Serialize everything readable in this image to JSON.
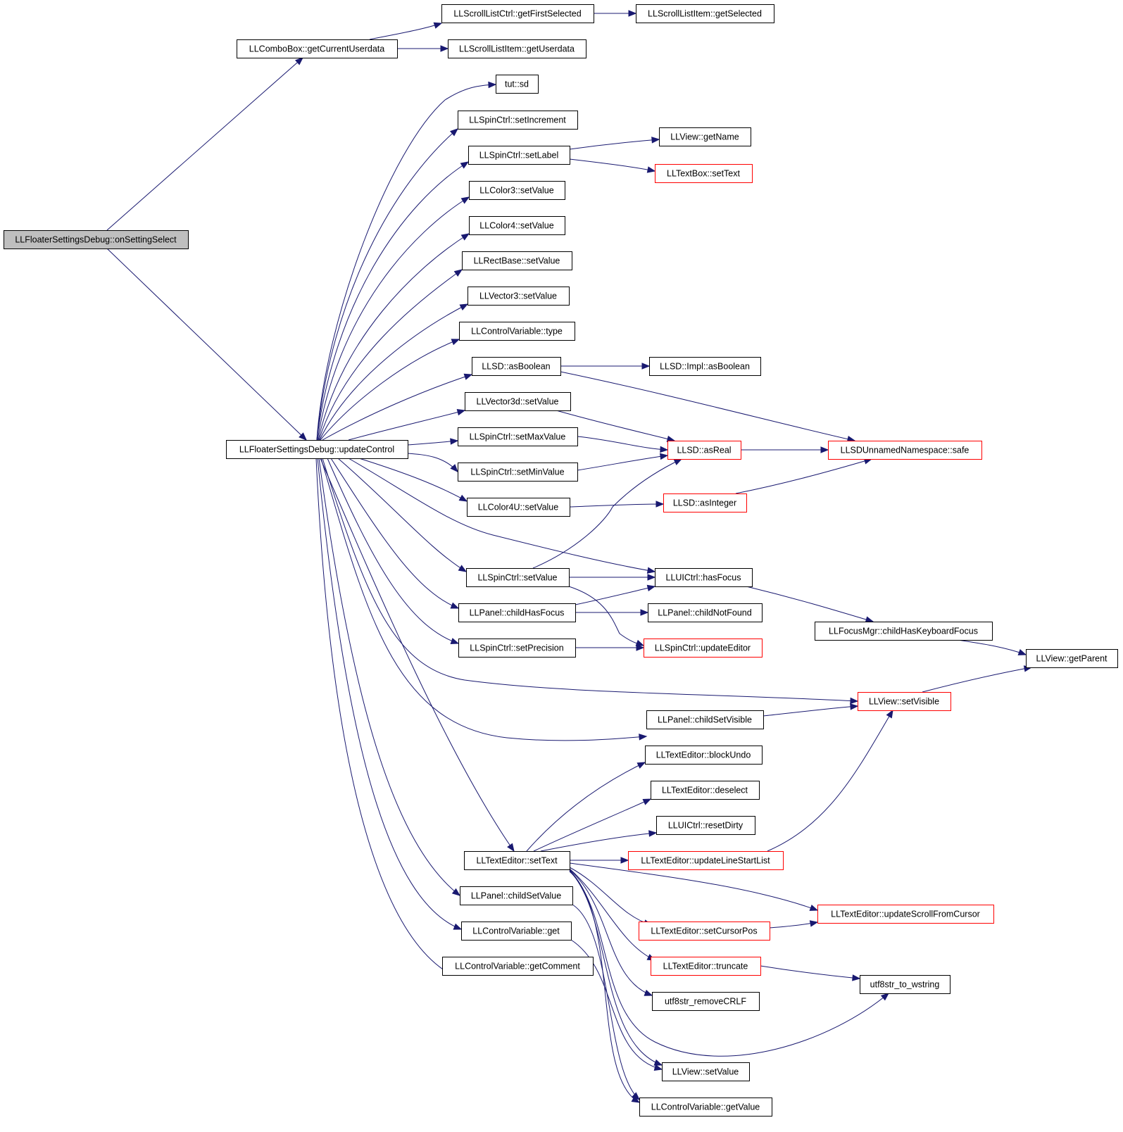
{
  "colors": {
    "edge": "#191970",
    "node_border": "#000000",
    "node_border_red": "#ff0000",
    "root_fill": "#bfbfbf",
    "node_fill": "#ffffff"
  },
  "nodes": {
    "root": {
      "label": "LLFloaterSettingsDebug::onSettingSelect",
      "border": "black",
      "root": true
    },
    "combo": {
      "label": "LLComboBox::getCurrentUserdata",
      "border": "black"
    },
    "firstsel": {
      "label": "LLScrollListCtrl::getFirstSelected",
      "border": "black"
    },
    "getsel": {
      "label": "LLScrollListItem::getSelected",
      "border": "black"
    },
    "userdata": {
      "label": "LLScrollListItem::getUserdata",
      "border": "black"
    },
    "upd": {
      "label": "LLFloaterSettingsDebug::updateControl",
      "border": "black"
    },
    "tutsd": {
      "label": "tut::sd",
      "border": "black"
    },
    "spinInc": {
      "label": "LLSpinCtrl::setIncrement",
      "border": "black"
    },
    "spinLabel": {
      "label": "LLSpinCtrl::setLabel",
      "border": "black"
    },
    "viewName": {
      "label": "LLView::getName",
      "border": "black"
    },
    "tbSetText": {
      "label": "LLTextBox::setText",
      "border": "red"
    },
    "c3": {
      "label": "LLColor3::setValue",
      "border": "black"
    },
    "c4": {
      "label": "LLColor4::setValue",
      "border": "black"
    },
    "rect": {
      "label": "LLRectBase::setValue",
      "border": "black"
    },
    "v3": {
      "label": "LLVector3::setValue",
      "border": "black"
    },
    "cvType": {
      "label": "LLControlVariable::type",
      "border": "black"
    },
    "asBool": {
      "label": "LLSD::asBoolean",
      "border": "black"
    },
    "implBool": {
      "label": "LLSD::Impl::asBoolean",
      "border": "black"
    },
    "v3d": {
      "label": "LLVector3d::setValue",
      "border": "black"
    },
    "spinMax": {
      "label": "LLSpinCtrl::setMaxValue",
      "border": "black"
    },
    "asReal": {
      "label": "LLSD::asReal",
      "border": "red"
    },
    "safe": {
      "label": "LLSDUnnamedNamespace::safe",
      "border": "red"
    },
    "spinMin": {
      "label": "LLSpinCtrl::setMinValue",
      "border": "black"
    },
    "c4u": {
      "label": "LLColor4U::setValue",
      "border": "black"
    },
    "asInt": {
      "label": "LLSD::asInteger",
      "border": "red"
    },
    "spinVal": {
      "label": "LLSpinCtrl::setValue",
      "border": "black"
    },
    "hasFocus": {
      "label": "LLUICtrl::hasFocus",
      "border": "black"
    },
    "childHasFocus": {
      "label": "LLPanel::childHasFocus",
      "border": "black"
    },
    "childNotFound": {
      "label": "LLPanel::childNotFound",
      "border": "black"
    },
    "focusMgr": {
      "label": "LLFocusMgr::childHasKeyboardFocus",
      "border": "black"
    },
    "spinPrec": {
      "label": "LLSpinCtrl::setPrecision",
      "border": "black"
    },
    "spinEditor": {
      "label": "LLSpinCtrl::updateEditor",
      "border": "red"
    },
    "getParent": {
      "label": "LLView::getParent",
      "border": "black"
    },
    "setVisible": {
      "label": "LLView::setVisible",
      "border": "red"
    },
    "childSetVisible": {
      "label": "LLPanel::childSetVisible",
      "border": "black"
    },
    "blockUndo": {
      "label": "LLTextEditor::blockUndo",
      "border": "black"
    },
    "deselect": {
      "label": "LLTextEditor::deselect",
      "border": "black"
    },
    "resetDirty": {
      "label": "LLUICtrl::resetDirty",
      "border": "black"
    },
    "teSetText": {
      "label": "LLTextEditor::setText",
      "border": "black"
    },
    "lineStart": {
      "label": "LLTextEditor::updateLineStartList",
      "border": "red"
    },
    "childSetValue": {
      "label": "LLPanel::childSetValue",
      "border": "black"
    },
    "scrollCursor": {
      "label": "LLTextEditor::updateScrollFromCursor",
      "border": "red"
    },
    "cvGet": {
      "label": "LLControlVariable::get",
      "border": "black"
    },
    "cursorPos": {
      "label": "LLTextEditor::setCursorPos",
      "border": "red"
    },
    "cvComment": {
      "label": "LLControlVariable::getComment",
      "border": "black"
    },
    "truncate": {
      "label": "LLTextEditor::truncate",
      "border": "red"
    },
    "utf8w": {
      "label": "utf8str_to_wstring",
      "border": "black"
    },
    "removeCRLF": {
      "label": "utf8str_removeCRLF",
      "border": "black"
    },
    "viewSetValue": {
      "label": "LLView::setValue",
      "border": "black"
    },
    "cvGetValue": {
      "label": "LLControlVariable::getValue",
      "border": "black"
    }
  }
}
